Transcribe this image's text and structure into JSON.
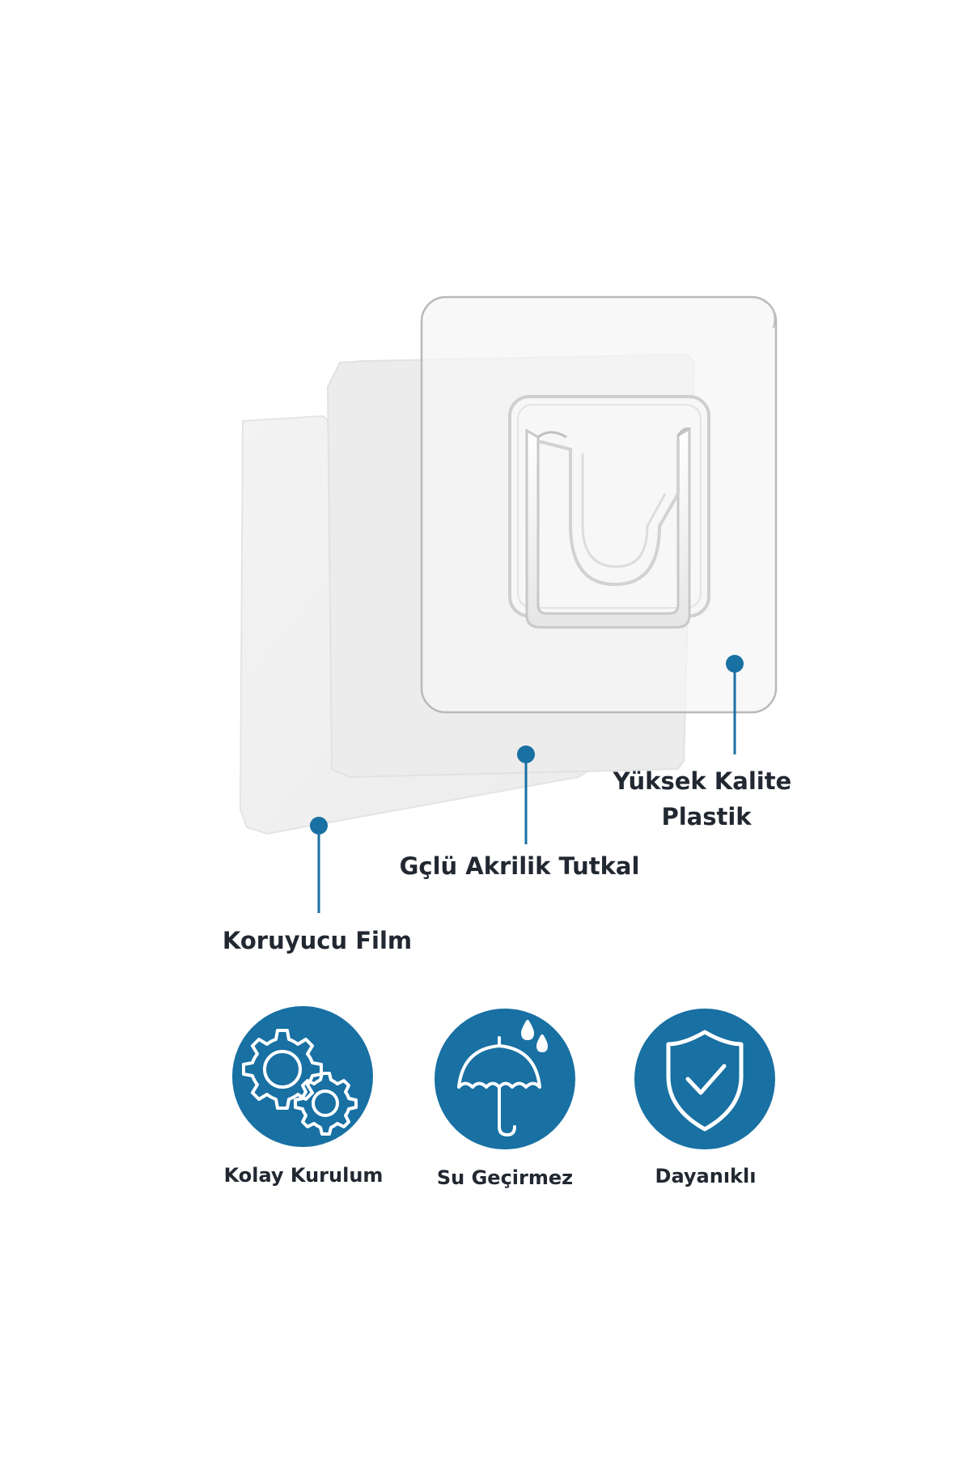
{
  "colors": {
    "accent": "#1870a3",
    "accent_dark": "#0f5d8d",
    "text": "#222831",
    "film": "#efefef"
  },
  "layers": {
    "plastic": {
      "label_line1": "Yüksek Kalite",
      "label_line2": "Plastik"
    },
    "adhesive": {
      "label": "Gçlü Akrilik Tutkal"
    },
    "film": {
      "label": "Koruyucu Film"
    }
  },
  "features": [
    {
      "icon": "gears-icon",
      "label": "Kolay Kurulum"
    },
    {
      "icon": "umbrella-rain-icon",
      "label": "Su Geçirmez"
    },
    {
      "icon": "shield-check-icon",
      "label": "Dayanıklı"
    }
  ]
}
